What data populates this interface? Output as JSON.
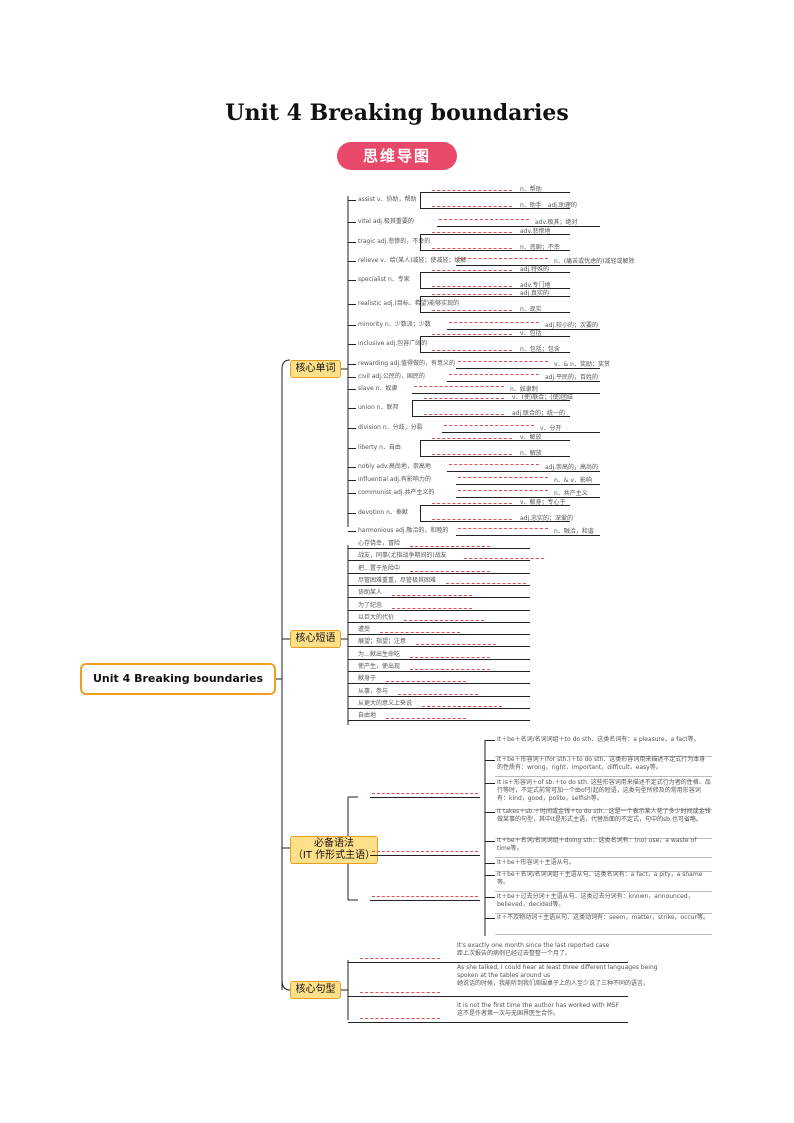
{
  "title": "Unit 4 Breaking boundaries",
  "banner": "思维导图",
  "root": "Unit 4     Breaking boundaries",
  "branches": {
    "words": "核心单词",
    "phrases": "核心短语",
    "grammar_line1": "必备语法",
    "grammar_line2": "（IT 作形式主语）",
    "sentences": "核心句型"
  },
  "words": [
    {
      "label": "assist v．协助，帮助",
      "subs": [
        "n．帮助",
        "n．助手　adj.助理的"
      ]
    },
    {
      "label": "vital adj.极其重要的",
      "subs": [
        "adv.极其；绝对"
      ]
    },
    {
      "label": "tragic adj.悲惨的，不幸的",
      "subs": [
        "adv.悲惨地",
        "n．悲剧；不幸"
      ]
    },
    {
      "label": "relieve v．给(某人)减轻；使减轻；缓解",
      "subs": [
        "n．(痛苦或忧虑的)减轻或解除"
      ]
    },
    {
      "label": "specialist n．专家",
      "subs": [
        "adj.特殊的",
        "adv.专门地"
      ]
    },
    {
      "label": "realistic adj.(目标、希望)能够实现的",
      "subs": [
        "adj.真实的",
        "n．现实"
      ]
    },
    {
      "label": "minority n．少数派；少数",
      "subs": [
        "adj.较小的；次要的"
      ]
    },
    {
      "label": "inclusive adj.包容广阔的",
      "subs": [
        "v．包括",
        "n．包括；包含"
      ]
    },
    {
      "label": "rewarding adj.值得做的，有意义的",
      "subs": [
        "v．& n．奖励；奖赏"
      ]
    },
    {
      "label": "civil adj.公民的，国民的",
      "subs": [
        "adj.平民的，百姓的"
      ]
    },
    {
      "label": "slave n．奴隶",
      "subs": [
        "n．奴隶制"
      ]
    },
    {
      "label": "union n．联邦",
      "subs": [
        "v．(使)联合；(使)团结",
        "adj.联合的；统一的"
      ]
    },
    {
      "label": "division n．分歧，分裂",
      "subs": [
        "v．分开"
      ]
    },
    {
      "label": "liberty n．自由",
      "subs": [
        "v．解放",
        "n．解放"
      ]
    },
    {
      "label": "nobly adv.高尚地，崇高地",
      "subs": [
        "adj.崇高的，高尚的"
      ]
    },
    {
      "label": "influential adj.有影响力的",
      "subs": [
        "n．& v．影响"
      ]
    },
    {
      "label": "communist adj.共产主义的",
      "subs": [
        "n．共产主义"
      ]
    },
    {
      "label": "devotion n．奉献",
      "subs": [
        "v．献身；专心于",
        "adj.忠实的；深爱的"
      ]
    },
    {
      "label": "harmonious adj.融洽的，和睦的",
      "subs": [
        "n．融洽，和谐"
      ]
    }
  ],
  "phrases": [
    "心存侥幸，冒险",
    "战友，同事(尤指战争期间的)战友",
    "把…置于危险中",
    "尽管困难重重，尽管极其困难",
    "协助某人",
    "为了纪念",
    "以巨大的代价",
    "遭受",
    "展望；指望；注意",
    "为…献出生命吃",
    "使产生，使出现",
    "献身于",
    "从事，参与",
    "从更大的意义上来说",
    "自由地"
  ],
  "grammar": [
    "It＋be＋名词/名词词组＋to do sth．这类名词有：a pleasure，a fact等。",
    "It＋be＋形容词＋(for sth.)＋to do sth．这类形容词用来描述不定式行为本身的性质有：wrong，right，important，difficult，easy等。",
    "It is＋形容词＋of sb.＋to do sth. 这些形容词用来描述不定式行为者的性格、品行等时，不定式前常可加一个由of引起的短语，这类句型所修及的常用形容词有：kind，good，polite，selfish等。",
    "It takes＋sb.＋时间或金钱＋to do sth．这是一个表示某人花了多少时间或金钱做某事的句型，其中it是形式主语，代替后面的不定式，句中的sb.也可省略。",
    "It＋be＋名词/名词词组＋doing sth．这类名词有：(no) use，a waste of time等。",
    "It＋be＋形容词＋主语从句。",
    "It＋be＋名词/名词词组＋主语从句．这类名词有：a fact，a pity，a shame等。",
    "It＋be＋过去分词＋主语从句．这类过去分词有：known，announced，believed，decided等。",
    "It＋不及物动词＋主语从句．这类动词有：seem，matter，strike，occur等。"
  ],
  "sentences": [
    {
      "en": "It's exactly one month since the last reported case",
      "zh": "距上次报告的病例已经过去整整一个月了。"
    },
    {
      "en": "As she talked, I could hear at least three different languages being spoken at the tables around us",
      "zh": "她说话的时候，我能听到我们周围桌子上的人至少说了三种不同的语言。"
    },
    {
      "en": "It is not the first time the author has worked with MSF",
      "zh": "这不是作者第一次与无国界医生合作。"
    }
  ]
}
